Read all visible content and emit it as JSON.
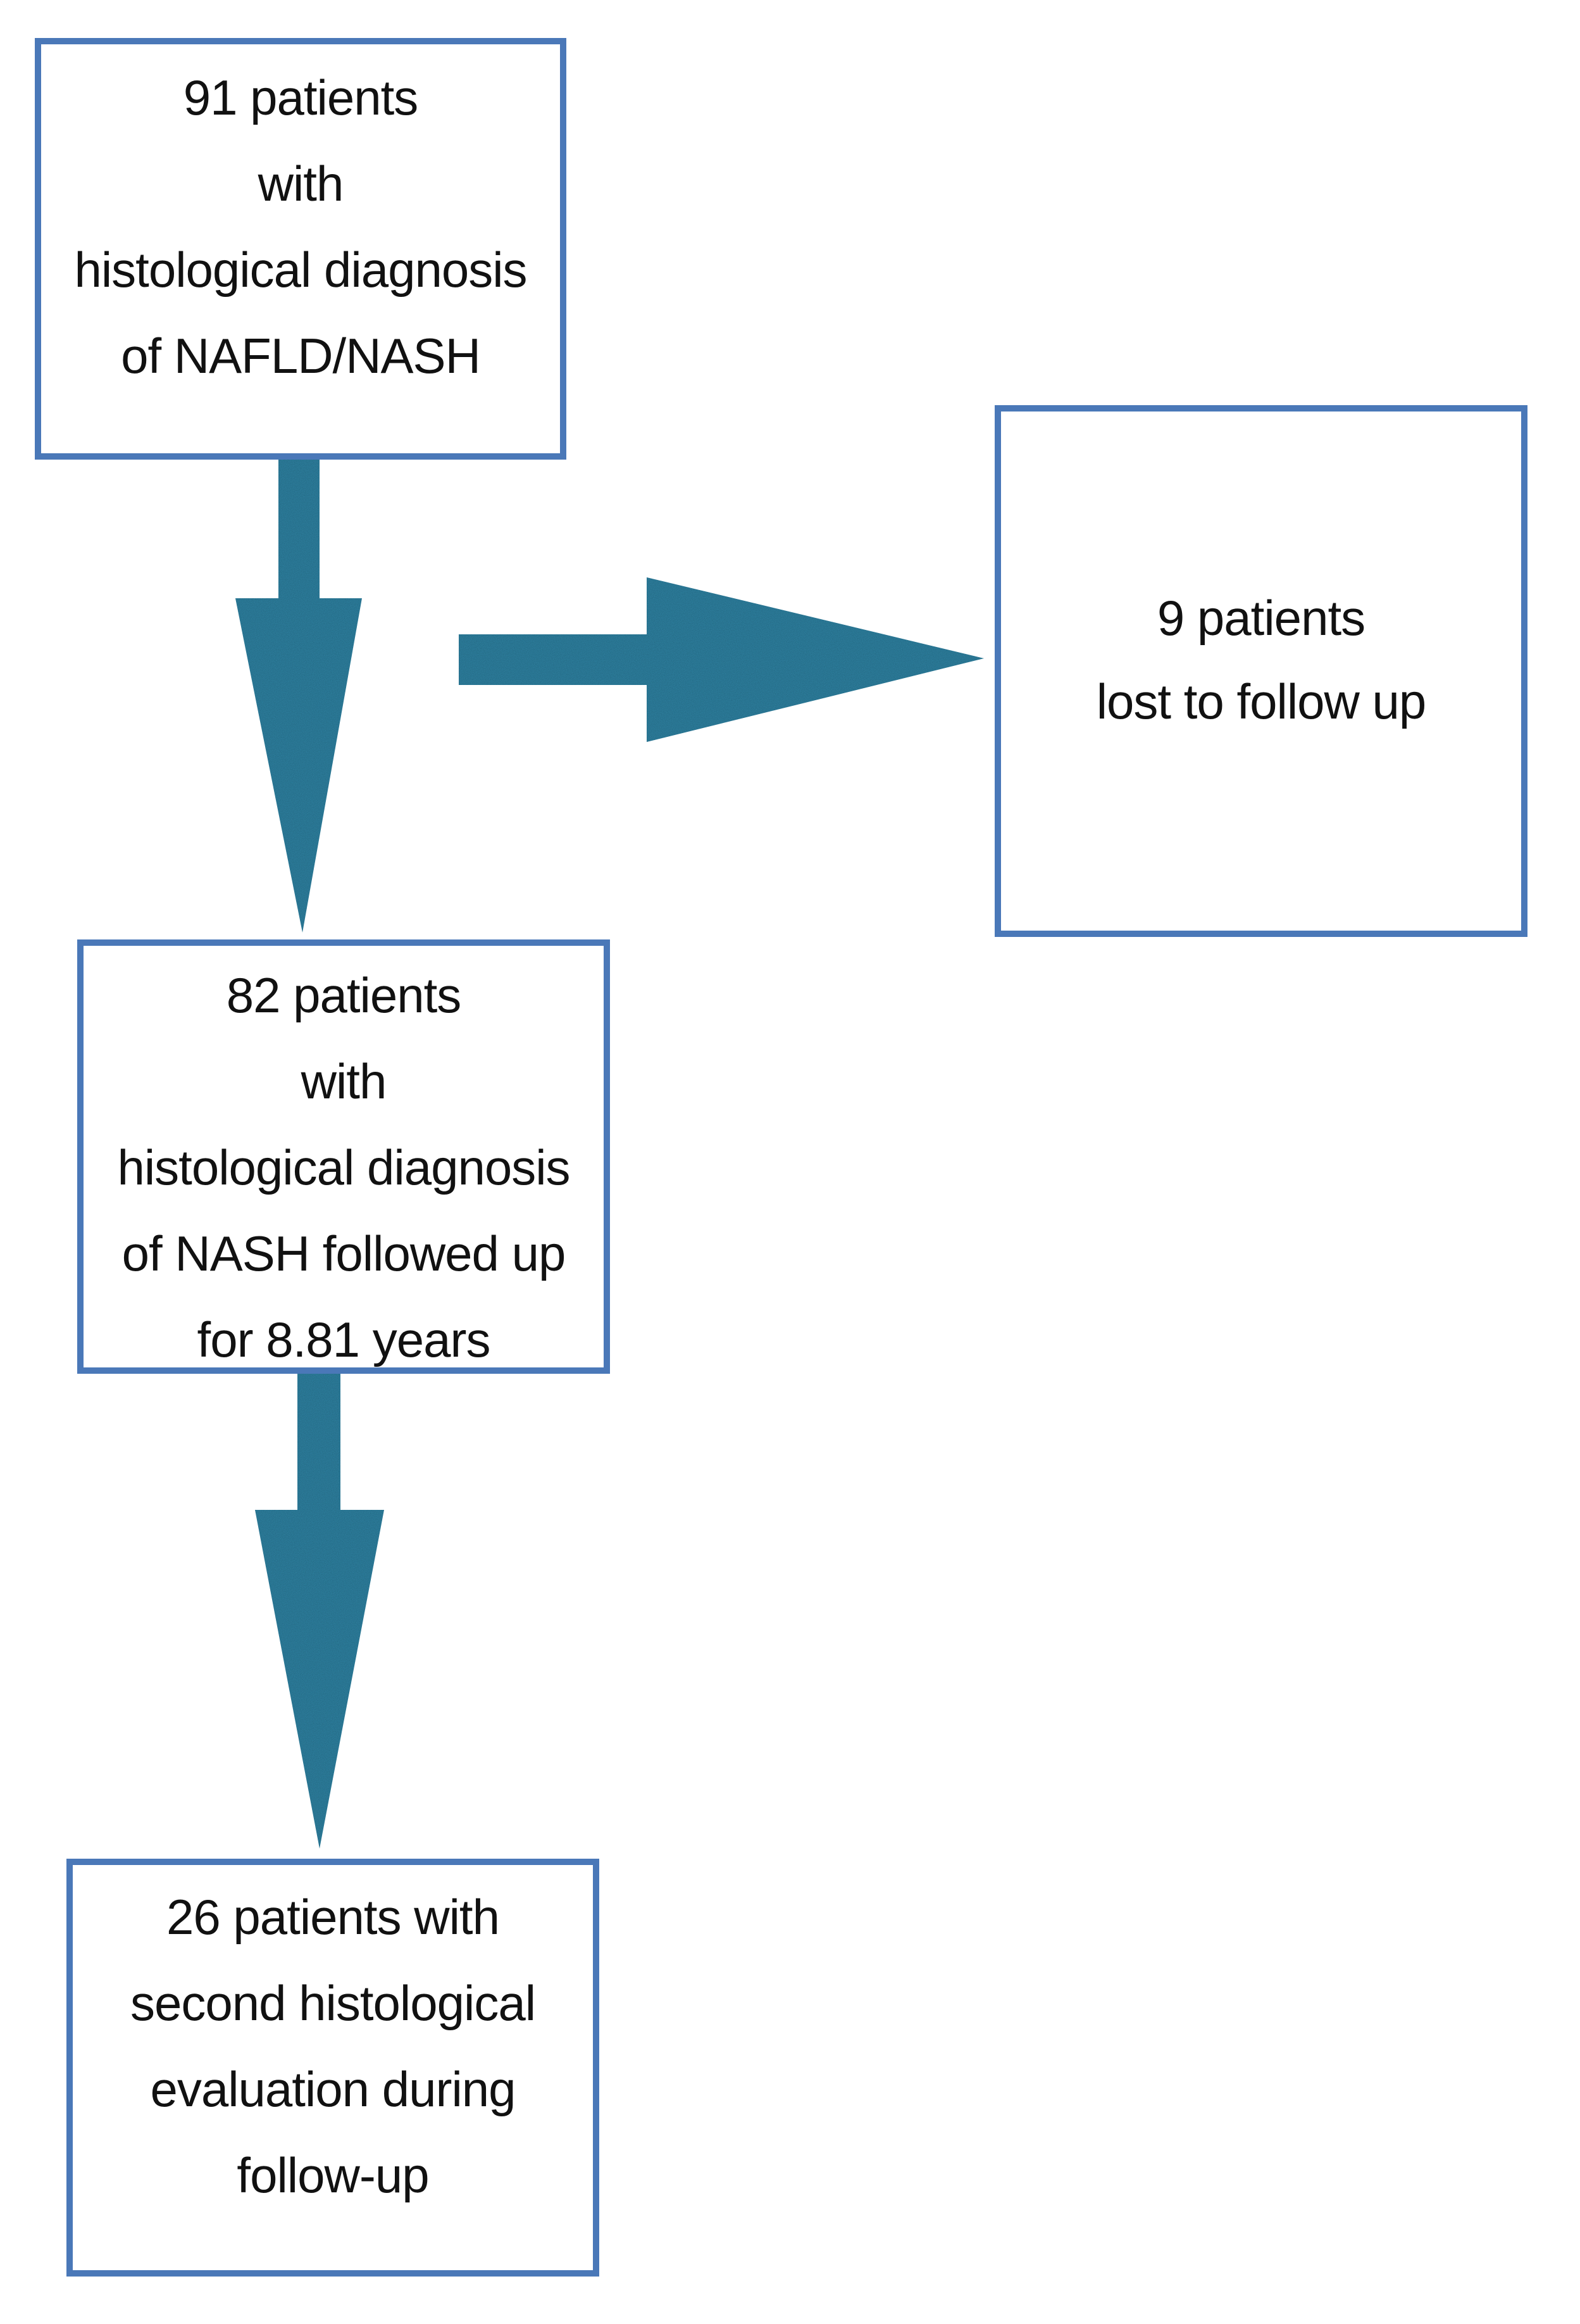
{
  "nodes": [
    {
      "id": "initial",
      "lines": [
        "91 patients",
        "with",
        "histological diagnosis",
        "of NAFLD/NASH"
      ]
    },
    {
      "id": "lost",
      "lines": [
        "9 patients",
        "lost to follow up"
      ]
    },
    {
      "id": "followed",
      "lines": [
        "82 patients",
        "with",
        "histological diagnosis",
        "of NASH followed up",
        "for 8.81 years"
      ]
    },
    {
      "id": "second",
      "lines": [
        "26 patients with",
        "second histological",
        "evaluation during",
        "follow-up"
      ]
    }
  ],
  "edges": [
    {
      "from": "initial",
      "to": "followed"
    },
    {
      "from": "initial",
      "to": "lost"
    },
    {
      "from": "followed",
      "to": "second"
    }
  ],
  "colors": {
    "box_border": "#4a78b8",
    "arrow_fill": "#3384a4",
    "arrow_fill_dark": "#24708f",
    "text": "#111111",
    "background": "#ffffff"
  }
}
